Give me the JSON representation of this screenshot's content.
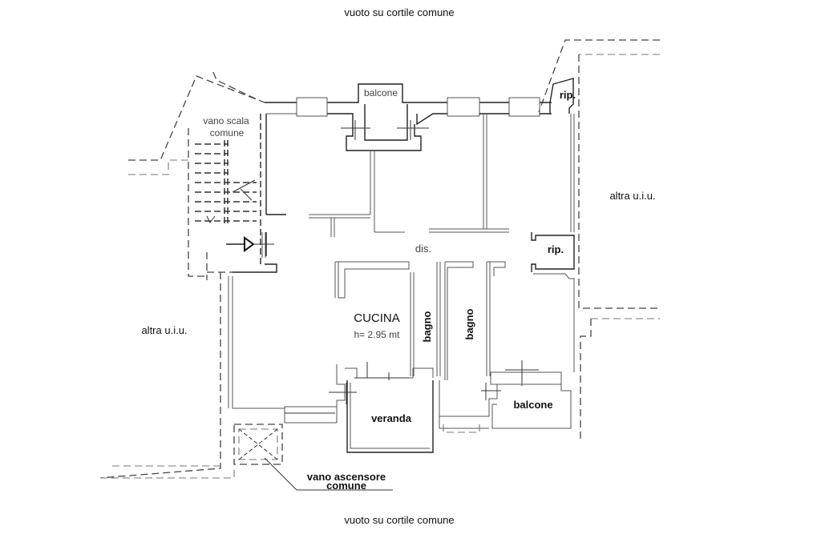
{
  "plan": {
    "top_label": "vuoto su cortile comune",
    "bottom_label": "vuoto su cortile comune",
    "left_label": "altra u.i.u.",
    "right_label": "altra u.i.u.",
    "rooms": {
      "balcone_top": "balcone",
      "vano_scala_line1": "vano scala",
      "vano_scala_line2": "comune",
      "rip_top": "rip.",
      "dis": "dis.",
      "rip_mid": "rip.",
      "cucina": "CUCINA",
      "cucina_height": "h= 2.95 mt",
      "bagno_1": "bagno",
      "bagno_2": "bagno",
      "veranda": "veranda",
      "balcone_bottom": "balcone",
      "ascensore_line1": "vano ascensore",
      "ascensore_line2": "comune"
    }
  }
}
